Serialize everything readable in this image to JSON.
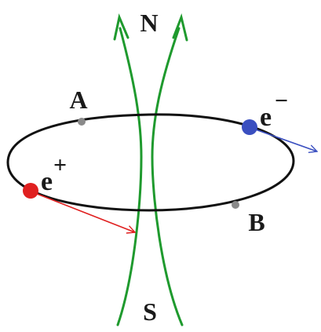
{
  "labels": {
    "north": "N",
    "south": "S",
    "point_a": "A",
    "point_b": "B",
    "positron": "e",
    "positron_sign": "+",
    "electron": "e",
    "electron_sign": "−"
  },
  "colors": {
    "field_lines": "#1f9a2e",
    "ring": "#111111",
    "positron": "#e02020",
    "electron": "#3a4fc0",
    "points": "#8a8a8a",
    "text": "#1a1a1a"
  }
}
